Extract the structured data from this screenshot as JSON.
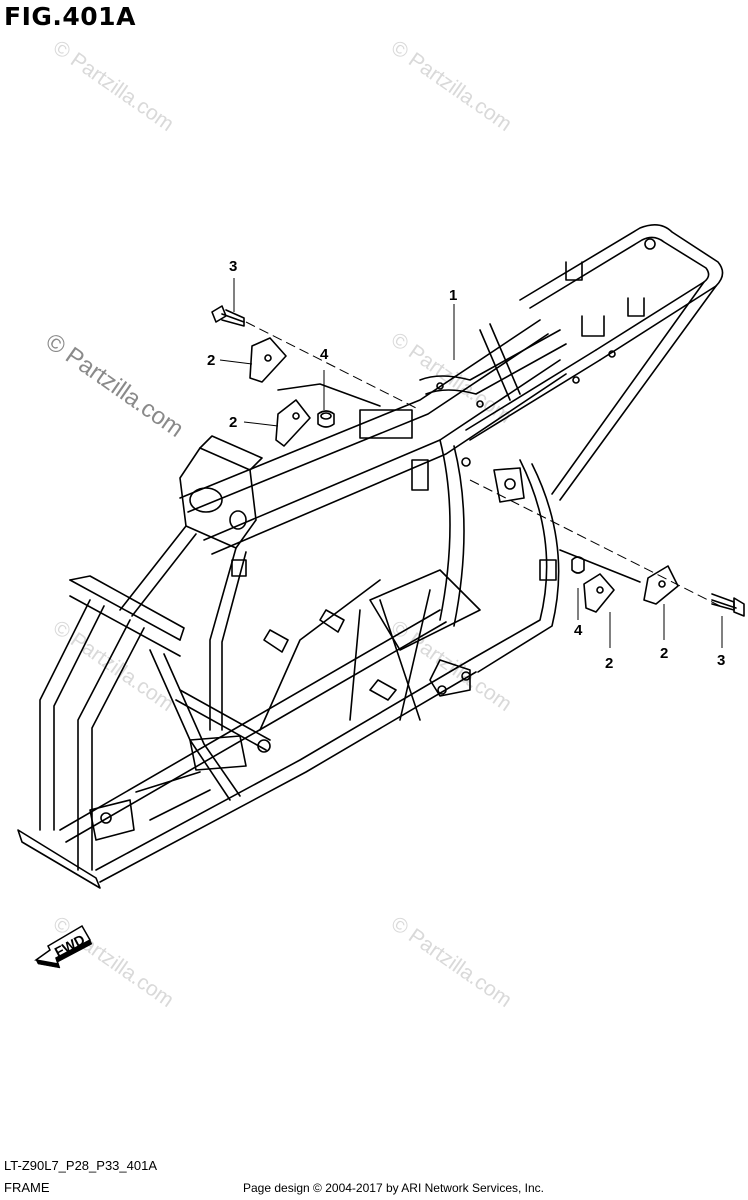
{
  "figure": {
    "title": "FIG.401A"
  },
  "callouts": [
    {
      "label": "1"
    },
    {
      "label": "2"
    },
    {
      "label": "2"
    },
    {
      "label": "3"
    },
    {
      "label": "4"
    },
    {
      "label": "4"
    },
    {
      "label": "2"
    },
    {
      "label": "2"
    },
    {
      "label": "3"
    }
  ],
  "fwd_label": "FWD",
  "watermark": {
    "text": "© Partzilla.com"
  },
  "footer": {
    "model_code": "LT-Z90L7_P28_P33_401A",
    "section_name": "FRAME",
    "credit": "Page design © 2004-2017 by ARI Network Services, Inc."
  },
  "colors": {
    "line": "#000000",
    "watermark": "#d9d9d9",
    "watermark_dark": "#8a8a8a"
  }
}
